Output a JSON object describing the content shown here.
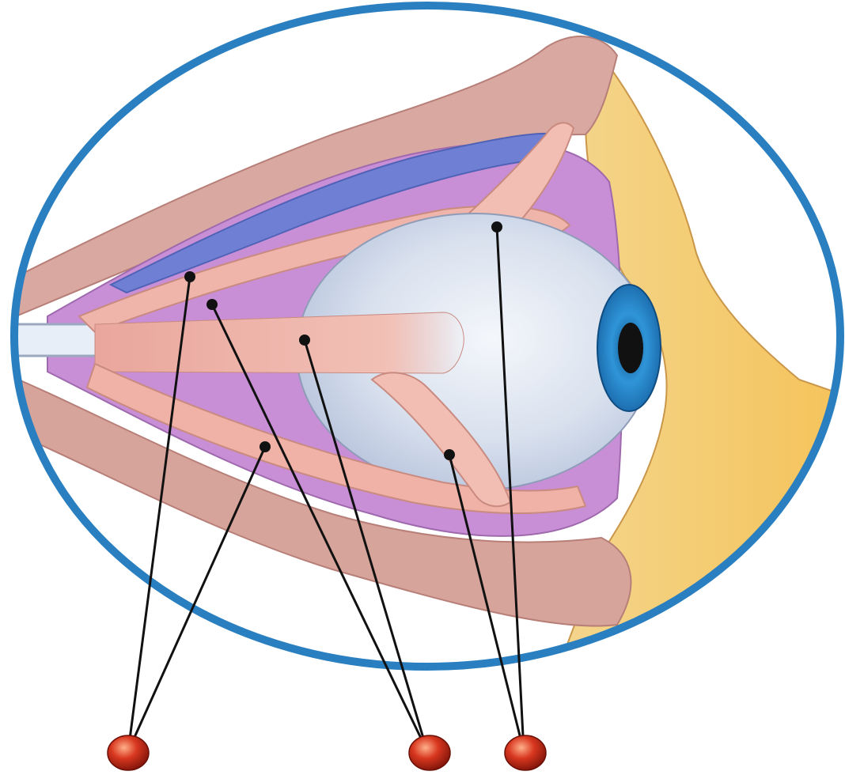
{
  "figure": {
    "subject": "eye-orbit-extraocular-muscles-lateral-view",
    "labels_printed": false
  },
  "colors": {
    "frame_ring": "#2a7fc0",
    "bone": "#d9a8a0",
    "orbit_fat": "#c98fd6",
    "muscle": "#f0b5aa",
    "sclera": "#dfe6f0",
    "iris": "#2c8fd3",
    "pupil": "#111111",
    "skin": "#f6c863",
    "leader_line": "#111111",
    "marker_pin": "#c62a1a"
  },
  "markers": [
    {
      "id": "marker-left",
      "connects": 2
    },
    {
      "id": "marker-middle",
      "connects": 2
    },
    {
      "id": "marker-right",
      "connects": 2
    }
  ],
  "structures": [
    "optic-nerve",
    "superior-rectus",
    "levator-palpebrae",
    "lateral-rectus",
    "inferior-rectus",
    "superior-oblique",
    "inferior-oblique",
    "eyeball",
    "orbital-bone",
    "orbital-fat",
    "eyelid-skin"
  ]
}
